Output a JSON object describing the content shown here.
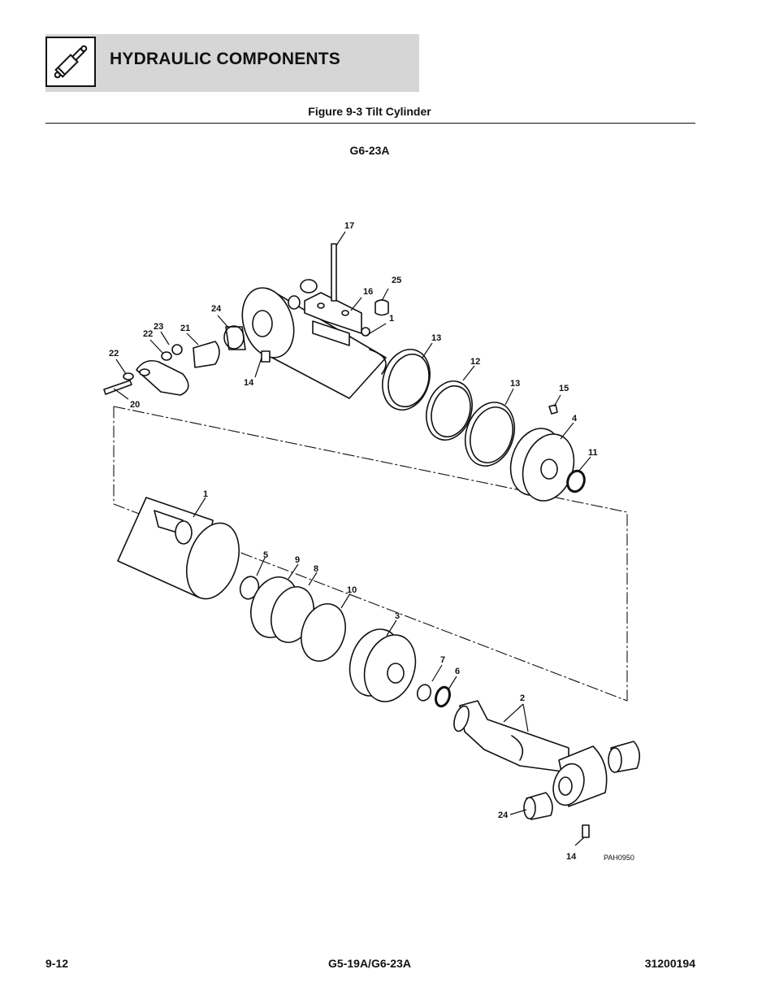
{
  "header": {
    "title": "HYDRAULIC COMPONENTS",
    "icon": "hydraulic-cylinder-icon"
  },
  "figure": {
    "caption": "Figure 9-3 Tilt Cylinder",
    "model": "G6-23A",
    "drawing_code": "PAH0950"
  },
  "callouts": {
    "c17": "17",
    "c25": "25",
    "c16": "16",
    "c1a": "1",
    "c24a": "24",
    "c23": "23",
    "c22a": "22",
    "c21": "21",
    "c22b": "22",
    "c14a": "14",
    "c20": "20",
    "c13a": "13",
    "c12": "12",
    "c13b": "13",
    "c15": "15",
    "c4": "4",
    "c11": "11",
    "c1b": "1",
    "c5": "5",
    "c9": "9",
    "c8": "8",
    "c10": "10",
    "c3": "3",
    "c7": "7",
    "c6": "6",
    "c2": "2",
    "c24b": "24",
    "c14b": "14"
  },
  "footer": {
    "page": "9-12",
    "models": "G5-19A/G6-23A",
    "doc_number": "31200194"
  }
}
